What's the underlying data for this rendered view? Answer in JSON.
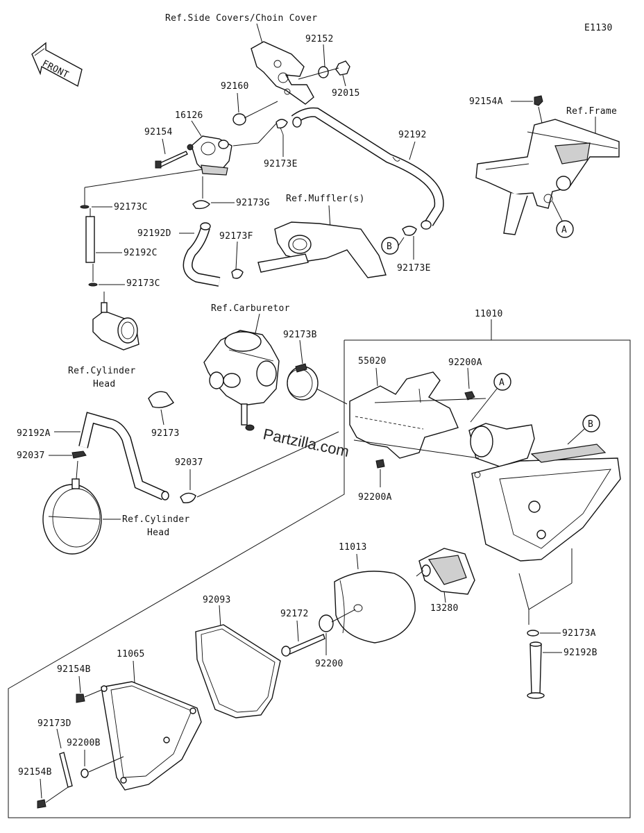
{
  "diagram_code": "E1130",
  "front_label": "FRONT",
  "watermark": "Partzilla.com",
  "refs": {
    "side_covers": "Ref.Side Covers/Choin Cover",
    "frame": "Ref.Frame",
    "muffler": "Ref.Muffler(s)",
    "carburetor": "Ref.Carburetor",
    "cylinder_head_1": "Ref.Cylinder",
    "cylinder_head_1b": "Head",
    "cylinder_head_2": "Ref.Cylinder",
    "cylinder_head_2b": "Head"
  },
  "parts": {
    "p92152": "92152",
    "p92015": "92015",
    "p92160": "92160",
    "p16126": "16126",
    "p92154": "92154",
    "p92173E_1": "92173E",
    "p92192": "92192",
    "p92154A": "92154A",
    "p92173C_1": "92173C",
    "p92173G": "92173G",
    "p92192D": "92192D",
    "p92173F": "92173F",
    "p92192C": "92192C",
    "p92173C_2": "92173C",
    "p92173E_2": "92173E",
    "p11010": "11010",
    "p92173B": "92173B",
    "p55020": "55020",
    "p92200A_1": "92200A",
    "p92173": "92173",
    "p92192A": "92192A",
    "p92037_1": "92037",
    "p92037_2": "92037",
    "p92200A_2": "92200A",
    "p11013": "11013",
    "p13280": "13280",
    "p92093": "92093",
    "p92172": "92172",
    "p92200": "92200",
    "p11065": "11065",
    "p92154B_1": "92154B",
    "p92173A": "92173A",
    "p92192B": "92192B",
    "p92173D": "92173D",
    "p92200B": "92200B",
    "p92154B_2": "92154B"
  },
  "callouts": {
    "A1": "A",
    "B1": "B",
    "A2": "A",
    "B2": "B"
  }
}
